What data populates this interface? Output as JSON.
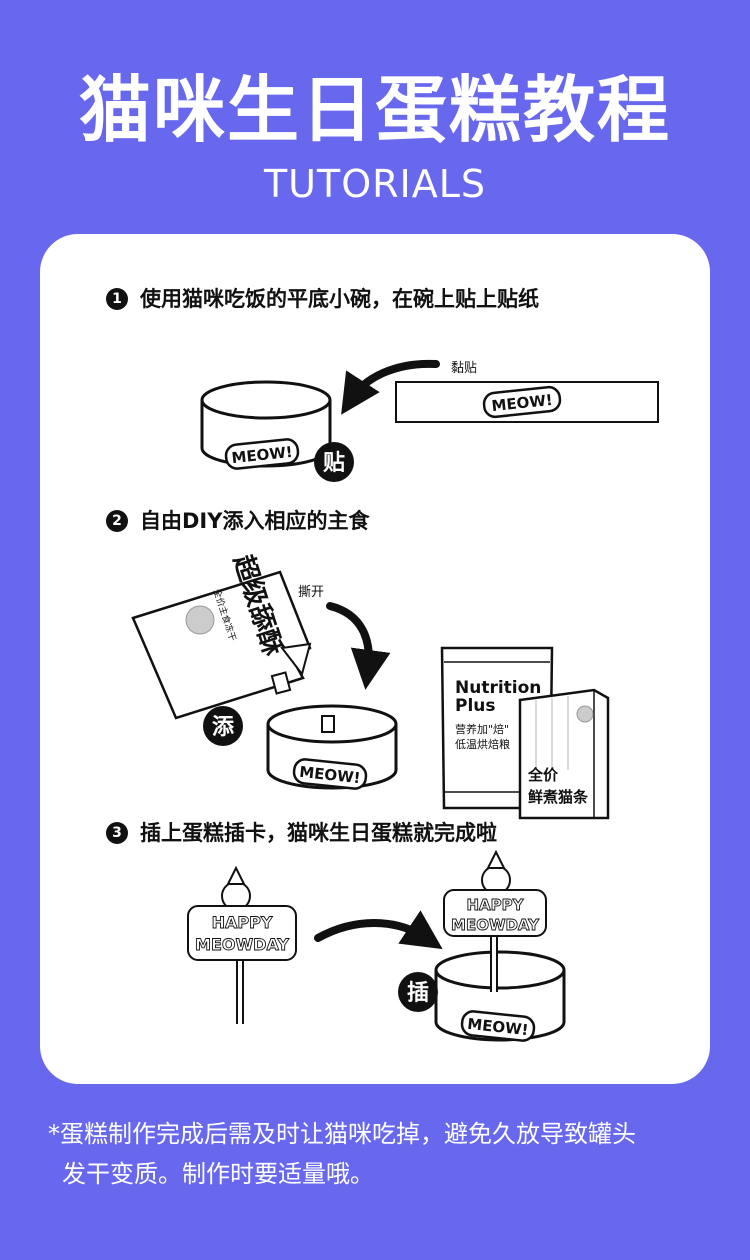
{
  "header": {
    "title": "猫咪生日蛋糕教程",
    "subtitle": "TUTORIALS"
  },
  "steps": [
    {
      "number": "1",
      "text": "使用猫咪吃饭的平底小碗，在碗上贴上贴纸"
    },
    {
      "number": "2",
      "text": "自由DIY添入相应的主食"
    },
    {
      "number": "3",
      "text": "插上蛋糕插卡，猫咪生日蛋糕就完成啦"
    }
  ],
  "illustrations": {
    "sticker_text": "MEOW!",
    "stick_label": "黏贴",
    "badge_stick": "贴",
    "tear_label": "撕开",
    "badge_add": "添",
    "pouch_title": "超级舔酥",
    "pouch_sub": "全价主食冻干",
    "bag_brand_1": "Nutrition",
    "bag_brand_2": "Plus",
    "bag_desc_1": "营养加\"焙\"",
    "bag_desc_2": "低温烘焙粮",
    "box_text_1": "全价",
    "box_text_2": "鲜煮猫条",
    "topper_1": "HAPPY",
    "topper_2": "MEOWDAY",
    "badge_insert": "插"
  },
  "footer": {
    "note_line1": "*蛋糕制作完成后需及时让猫咪吃掉，避免久放导致罐头",
    "note_line2": "发干变质。制作时要适量哦。"
  }
}
